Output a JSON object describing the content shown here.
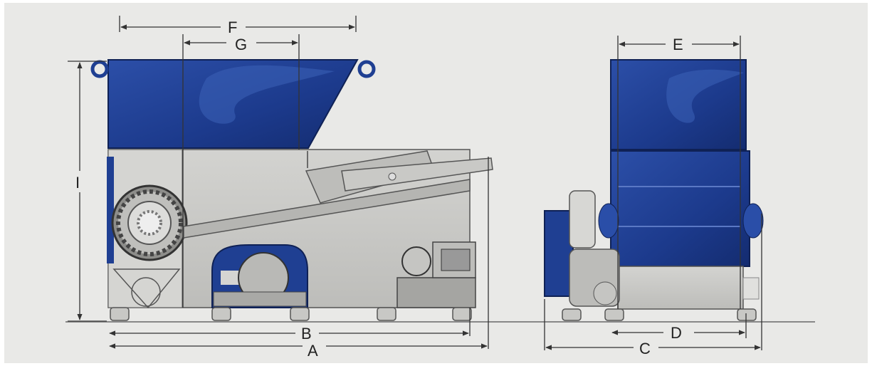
{
  "dimension_labels": {
    "A": "A",
    "B": "B",
    "C": "C",
    "D": "D",
    "E": "E",
    "F": "F",
    "G": "G",
    "I": "I"
  },
  "colors": {
    "background": "#e9e9e7",
    "hopper_blue": "#1f3f92",
    "body_gray": "#c9c9c6",
    "outline": "#555555",
    "dimension_line": "#333333"
  }
}
